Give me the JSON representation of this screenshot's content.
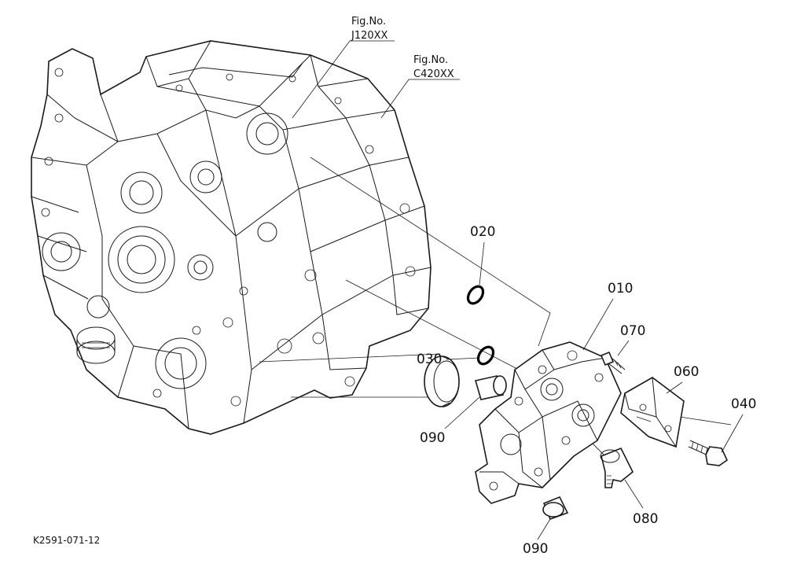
{
  "references": [
    {
      "id": "ref-j120",
      "line1": "Fig.No.",
      "line2": "J120XX"
    },
    {
      "id": "ref-c420",
      "line1": "Fig.No.",
      "line2": "C420XX"
    }
  ],
  "parts": {
    "p010": "010",
    "p020": "020",
    "p030": "030",
    "p040": "040",
    "p060": "060",
    "p070": "070",
    "p080": "080",
    "p090a": "090",
    "p090b": "090"
  },
  "drawing_code": "K2591-071-12"
}
